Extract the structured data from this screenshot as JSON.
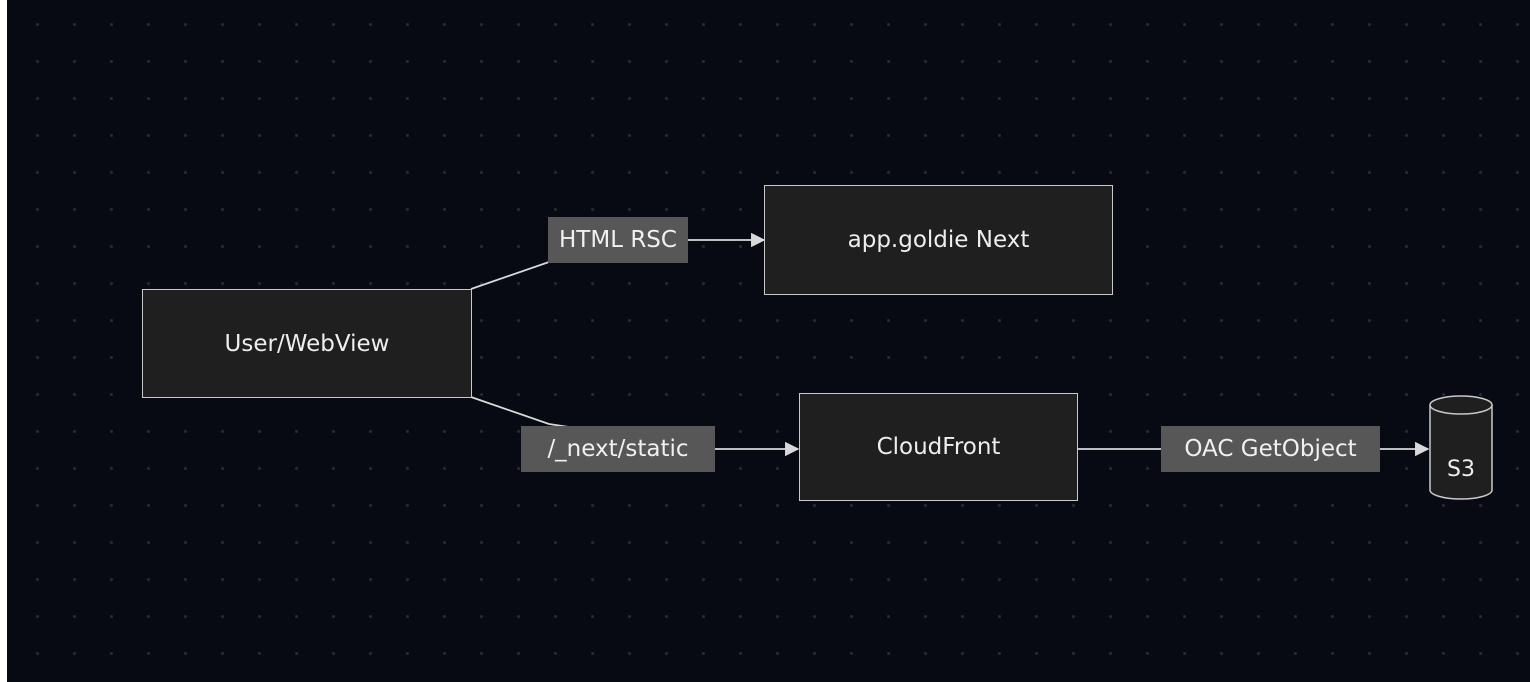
{
  "nodes": {
    "user": {
      "label": "User/WebView"
    },
    "app": {
      "label": "app.goldie Next"
    },
    "cloudfront": {
      "label": "CloudFront"
    },
    "s3": {
      "label": "S3"
    }
  },
  "edges": {
    "user_to_app": {
      "label": "HTML RSC"
    },
    "user_to_cloudfront": {
      "label": "/_next/static"
    },
    "cloudfront_to_s3": {
      "label": "OAC GetObject"
    }
  },
  "colors": {
    "background": "#070a13",
    "node_fill": "#1f1f1f",
    "node_stroke": "#c9c9c9",
    "edge": "#d9d9d9",
    "edge_label_bg": "#575757",
    "text": "#eeeeee"
  }
}
